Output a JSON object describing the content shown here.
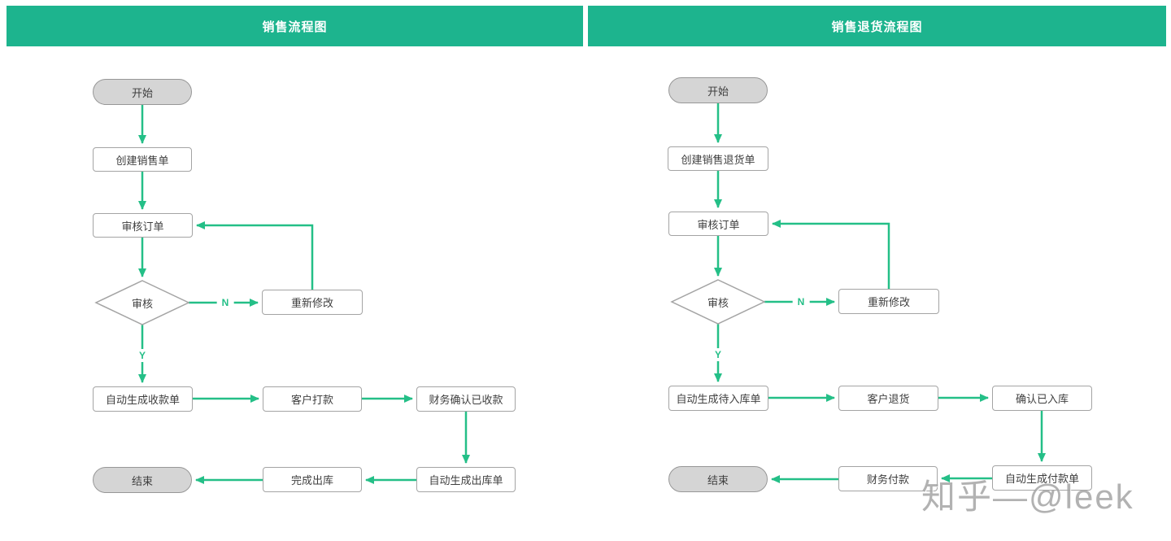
{
  "colors": {
    "header_bg": "#1db48e",
    "arrow_green": "#24bf87",
    "node_border": "#a4a4a4",
    "terminal_fill": "#d5d5d5",
    "node_text": "#3f3f3f",
    "watermark_gray": "#a5a5a5"
  },
  "left_chart": {
    "title": "销售流程图",
    "nodes": {
      "start": "开始",
      "create_order": "创建销售单",
      "review_order": "审核订单",
      "decision": "审核",
      "remodify": "重新修改",
      "auto_receipt": "自动生成收款单",
      "customer_payment": "客户打款",
      "finance_confirm": "财务确认已收款",
      "auto_outbound": "自动生成出库单",
      "complete_outbound": "完成出库",
      "end": "结束"
    },
    "edge_labels": {
      "no": "N",
      "yes": "Y"
    }
  },
  "right_chart": {
    "title": "销售退货流程图",
    "nodes": {
      "start": "开始",
      "create_return": "创建销售退货单",
      "review_order": "审核订单",
      "decision": "审核",
      "remodify": "重新修改",
      "auto_pending_inbound": "自动生成待入库单",
      "customer_return": "客户退货",
      "confirm_inbound": "确认已入库",
      "auto_payment": "自动生成付款单",
      "finance_payment": "财务付款",
      "end": "结束"
    },
    "edge_labels": {
      "no": "N",
      "yes": "Y"
    }
  },
  "watermark": "知乎—@leek"
}
